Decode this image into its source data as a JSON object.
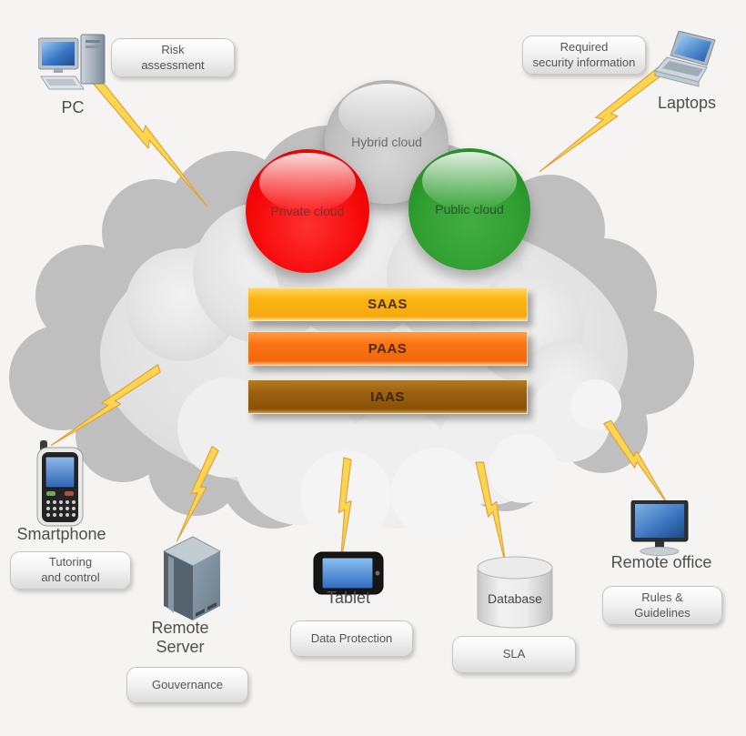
{
  "diagram": {
    "circles": {
      "hybrid": {
        "label": "Hybrid cloud",
        "color": "#c0c0c0"
      },
      "private": {
        "label": "Private cloud",
        "color": "#f60909"
      },
      "public": {
        "label": "Public cloud",
        "color": "#2f9e2f"
      }
    },
    "layers": [
      {
        "label": "SAAS",
        "color": "#fbb513"
      },
      {
        "label": "PAAS",
        "color": "#fb7414"
      },
      {
        "label": "IAAS",
        "color": "#9a5e0e"
      }
    ]
  },
  "devices": {
    "pc": {
      "label": "PC",
      "note": "Risk\nassessment"
    },
    "laptops": {
      "label": "Laptops",
      "note": "Required\nsecurity information"
    },
    "smartphone": {
      "label": "Smartphone",
      "note": "Tutoring\nand control"
    },
    "remote_server": {
      "label": "Remote\nServer",
      "note": "Gouvernance"
    },
    "tablet": {
      "label": "Tablet",
      "note": "Data Protection"
    },
    "database": {
      "label": "Database",
      "note": "SLA"
    },
    "remote_office": {
      "label": "Remote office",
      "note": "Rules &\nGuidelines"
    }
  },
  "icons": {
    "pc": "desktop-computer-icon",
    "laptops": "laptop-icon",
    "smartphone": "smartphone-icon",
    "remote_server": "server-tower-icon",
    "tablet": "tablet-icon",
    "database": "database-cylinder-icon",
    "remote_office": "monitor-icon",
    "connector": "lightning-bolt-icon",
    "backdrop": "cloud-icon"
  },
  "colors": {
    "background": "#f5f4f2",
    "cloud_outer": "#bfbfbf",
    "cloud_inner": "#e6e6e6",
    "cloud_puff": "#f3f3f3",
    "bolt_fill": "#fbd54f",
    "bolt_stroke": "#dfa33b",
    "pill_text": "#555555",
    "label_text": "#4e4e4e"
  }
}
